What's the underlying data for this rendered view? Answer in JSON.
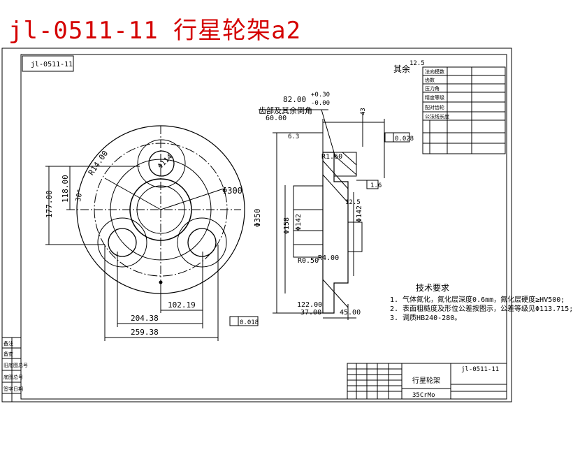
{
  "title": "jl-0511-11 行星轮架a2",
  "drawing_code": "jl-0511-11",
  "roughness_note": "其余",
  "roughness_value": "12.5",
  "front_view": {
    "dim_r": "R14.00",
    "dim_phi_top": "Φ114",
    "dim_phi_outer": "Φ300",
    "dim_angle": "30°",
    "dim_118": "118.00",
    "dim_177": "177.00",
    "dim_102": "102.19",
    "dim_204": "204.38",
    "dim_259": "259.38",
    "tol": "0.018"
  },
  "section_view": {
    "dim_82": "82.00",
    "dim_82_tol_plus": "+0.30",
    "dim_82_tol_minus": "-0.00",
    "note_bu": "齿部及其余倒角",
    "dim_60": "60.00",
    "dim_43": "43",
    "dim_6_3": "6.3",
    "dim_r1": "R1.60",
    "dim_phi350": "Φ350",
    "dim_phi142_l": "Φ142",
    "dim_phi158": "Φ158",
    "dim_phi142_r": "Φ142",
    "dim_r4": "R4.00",
    "dim_r0_5": "R0.50",
    "dim_12_5": "12.5",
    "dim_1_6": "1.6",
    "dim_122": "122.00",
    "dim_37": "37.00",
    "dim_45": "45.00",
    "tol_right": "0.028"
  },
  "tech_req": {
    "heading": "技术要求",
    "items": [
      "1. 气体氮化，氮化层深度0.6mm，氮化层硬度≥HV500;",
      "2. 表面粗糙度及形位公差按图示，公差等级见Φ113.715;",
      "3. 调质HB240-280。"
    ]
  },
  "table_labels": [
    "法向模数",
    "齿数",
    "压力角",
    "精度等级",
    "配对齿轮",
    "公法线长度"
  ],
  "title_block": {
    "part_name": "行星轮架",
    "material": "35CrMo",
    "code": "jl-0511-11"
  },
  "left_strip": [
    "备注",
    "备查",
    "旧底图总号",
    "底图总号",
    "签字日期"
  ],
  "colors": {
    "title_red": "#d40000",
    "line": "#000000"
  }
}
